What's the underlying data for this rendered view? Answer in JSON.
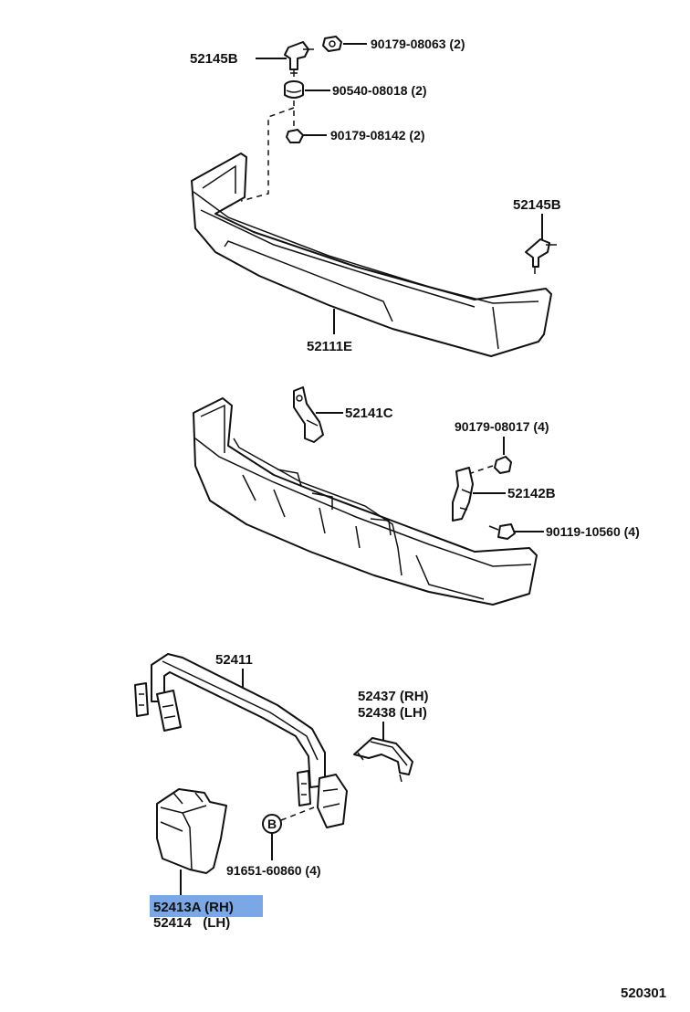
{
  "parts": {
    "bracket_top": "52145B",
    "nut_top": "90179-08063 (2)",
    "grommet": "90540-08018 (2)",
    "nut_mid": "90179-08142 (2)",
    "bracket_right": "52145B",
    "bumper_cover": "52111E",
    "retainer_left": "52141C",
    "nut_right": "90179-08017 (4)",
    "retainer_right": "52142B",
    "bolt_right": "90119-10560 (4)",
    "reinforcement": "52411",
    "bracket_rh": "52437 (RH)",
    "bracket_lh": "52438 (LH)",
    "callout_b": "B",
    "bolt_bottom": "91651-60860 (4)",
    "extension_rh": "52413A (RH)",
    "extension_lh": "52414   (LH)"
  },
  "highlight_color": "#7aa7e6",
  "diagram_id": "520301"
}
